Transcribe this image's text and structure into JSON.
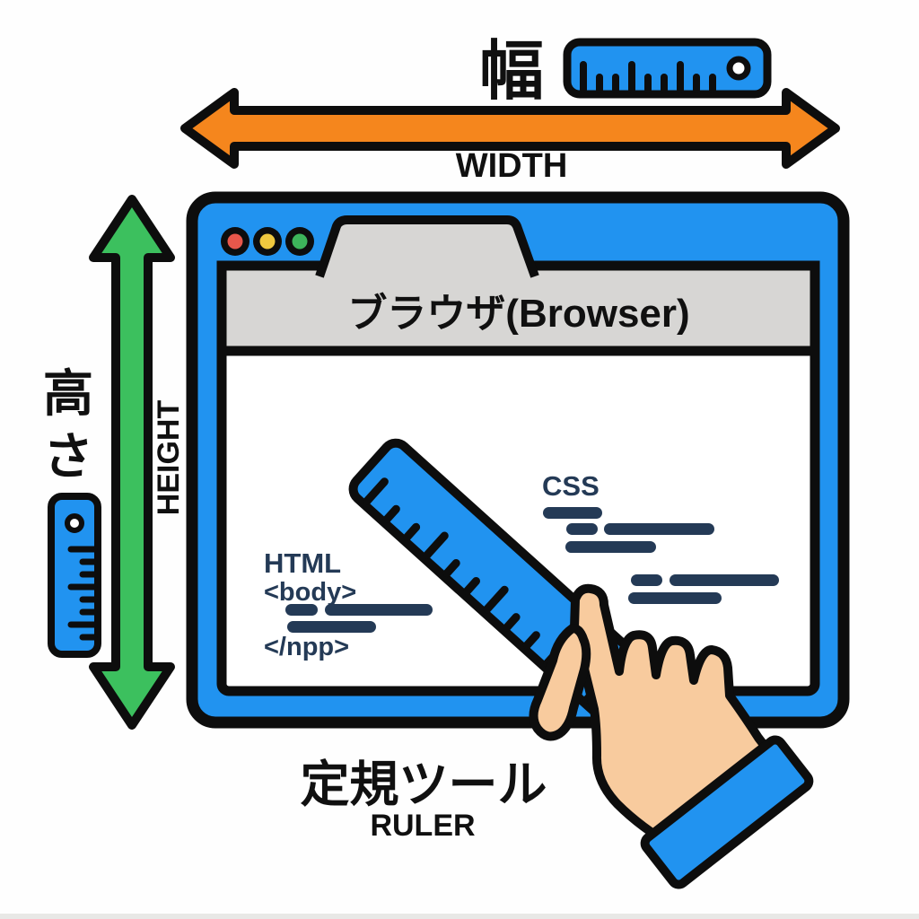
{
  "annotations": {
    "width": {
      "ja": "幅",
      "en": "WIDTH"
    },
    "height": {
      "ja": "高さ",
      "ja_top": "高",
      "ja_bottom": "さ",
      "en": "HEIGHT"
    },
    "ruler_tool": {
      "ja": "定規ツール",
      "en": "RULER"
    }
  },
  "browser": {
    "title": "ブラウザ(Browser)",
    "content": {
      "html": {
        "label": "HTML",
        "open_tag": "<body>",
        "close_tag": "</npp>"
      },
      "css": {
        "label": "CSS"
      }
    }
  },
  "icons": {
    "horizontal_ruler": "ruler-horizontal-icon",
    "vertical_ruler": "ruler-vertical-icon",
    "diagonal_ruler": "ruler-diagonal-icon",
    "width_arrow": "double-arrow-horizontal-icon",
    "height_arrow": "double-arrow-vertical-icon",
    "window_dots": "traffic-light-dots-icon",
    "pointing_hand": "pointing-hand-icon"
  },
  "colors": {
    "blue": "#2193f0",
    "orange": "#f5861d",
    "green": "#3cc05e",
    "navy": "#243a56",
    "gray": "#d7d6d4",
    "skin": "#f8cb9e",
    "outline": "#0d0d0d",
    "dot_red": "#e8574b",
    "dot_yellow": "#f0c93f",
    "dot_green": "#3db45a",
    "white": "#ffffff"
  }
}
